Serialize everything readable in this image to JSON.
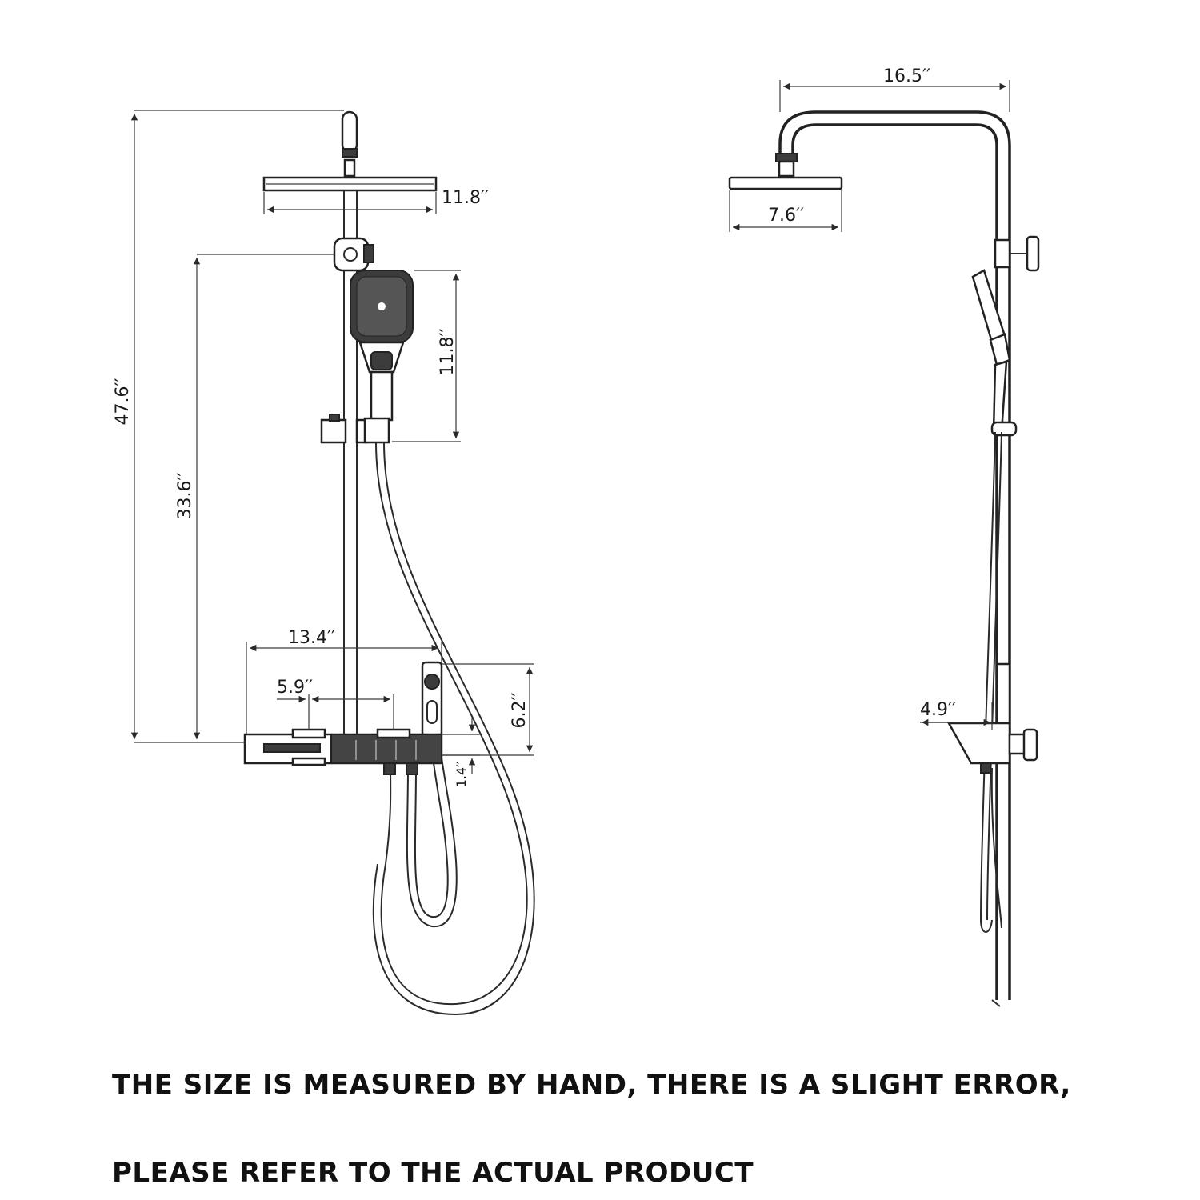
{
  "front_view": {
    "dims": {
      "total_height": "47.6′′",
      "rail_height": "33.6′′",
      "rain_head_width": "11.8′′",
      "hand_shower_length": "11.8′′",
      "shelf_width": "13.4′′",
      "control_spacing": "5.9′′",
      "spout_height": "6.2′′",
      "shelf_thickness": "1.4′′"
    }
  },
  "side_view": {
    "dims": {
      "arm_reach": "16.5′′",
      "rain_head_depth": "7.6′′",
      "shelf_depth": "4.9′′"
    }
  },
  "note": {
    "line1": "THE SIZE IS MEASURED BY HAND, THERE IS A SLIGHT ERROR,",
    "line2": "PLEASE REFER TO THE ACTUAL PRODUCT"
  }
}
